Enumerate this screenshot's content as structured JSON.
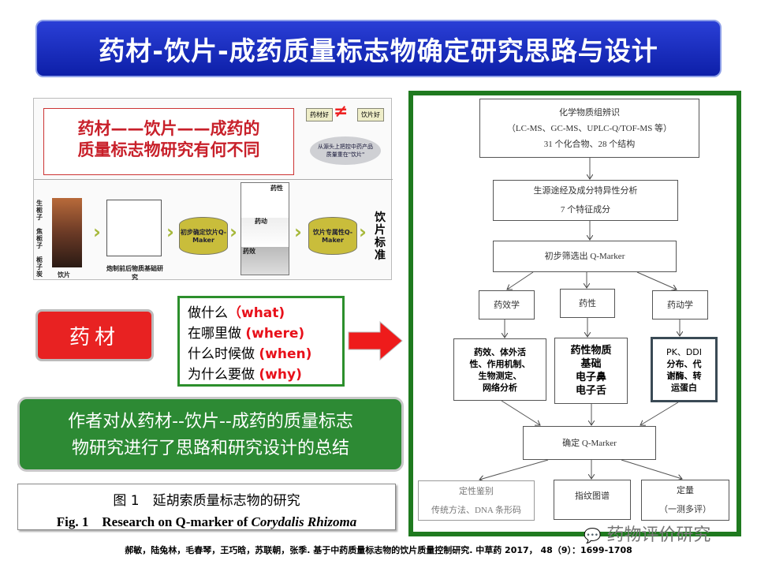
{
  "title": "药材-饮片-成药质量标志物确定研究思路与设计",
  "panel": {
    "heading_line1": "药材——饮片——成药的",
    "heading_line2": "质量标志物研究有何不同",
    "tag_left": "药材好",
    "tag_right": "饮片好",
    "not_equal": "≠",
    "bubble": "从源头上把控中药产品质量重在\"饮片\"",
    "side_labels": [
      "生栀子",
      "焦栀子",
      "栀子炭"
    ],
    "label_yinpian": "饮片",
    "label_study": "炮制前后物质基础研究",
    "cyl1": "初步确定饮片Q-Maker",
    "lbl_yaoxing": "药性",
    "lbl_yaodong": "药动",
    "lbl_yaoxiao": "药效",
    "cyl2": "饮片专属性Q-Maker",
    "standard": "饮片标准"
  },
  "herb_label": "药材",
  "questions": [
    {
      "q": "做什么",
      "en": "（what)"
    },
    {
      "q": "在哪里做",
      "en": "(where)"
    },
    {
      "q": "什么时候做",
      "en": "(when)"
    },
    {
      "q": "为什么要做",
      "en": "(why)"
    }
  ],
  "summary": [
    "作者对从药材--饮片--成药的质量标志",
    "物研究进行了思路和研究设计的总结"
  ],
  "caption": {
    "cn": "图 1　延胡索质量标志物的研究",
    "en_prefix": "Fig. 1　Research on Q-marker of ",
    "en_italic": "Corydalis Rhizoma"
  },
  "citation": "郝敏，陆兔林，毛春琴，王巧晗，苏联朝，张季. 基于中药质量标志物的饮片质量控制研究. 中草药 2017， 48（9）：1699-1708",
  "flow": {
    "b1": [
      "化学物质组辨识",
      "（LC-MS、GC-MS、UPLC-Q/TOF-MS 等）",
      "31 个化合物、28 个结构"
    ],
    "b2": [
      "生源途经及成分特异性分析",
      "7 个特征成分"
    ],
    "b3": "初步筛选出 Q-Marker",
    "c1": "药效学",
    "c2": "药性",
    "c3": "药动学",
    "d1": [
      "药效、体外活",
      "性、作用机制、",
      "生物测定、",
      "网络分析"
    ],
    "d2": [
      "药性物质",
      "基础",
      "电子鼻",
      "电子舌"
    ],
    "d3": [
      "PK、DDI",
      "分布、代",
      "谢酶、转",
      "运蛋白"
    ],
    "e": "确定 Q-Marker",
    "f1": [
      "定性鉴别",
      "传统方法、DNA 条形码"
    ],
    "f2": "指纹图谱",
    "f3": [
      "定量",
      "（一测多评）"
    ]
  },
  "watermark": "药物评价研究"
}
